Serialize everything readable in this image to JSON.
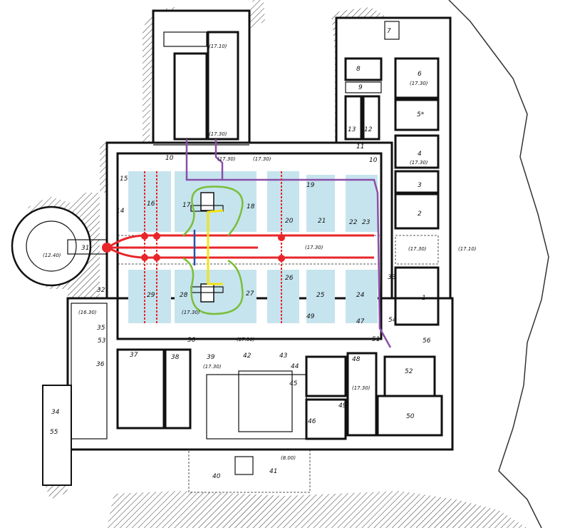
{
  "plan": {
    "colors": {
      "room_fill": "#c6e4ee",
      "red_route": "#e8262a",
      "green_route": "#7bbd3a",
      "yellow_route": "#f2e415",
      "blue_route": "#2c4fa8",
      "purple_route": "#8a4fa8"
    },
    "rooms": [
      "1",
      "2",
      "3",
      "4",
      "5*",
      "6",
      "7",
      "8",
      "9",
      "10",
      "10",
      "11",
      "12",
      "13",
      "14",
      "15",
      "16",
      "17",
      "18",
      "19",
      "20",
      "21",
      "22",
      "23",
      "24",
      "25",
      "26",
      "27",
      "28",
      "29",
      "31",
      "32",
      "33",
      "34",
      "35",
      "36",
      "37",
      "38",
      "39",
      "40",
      "41",
      "42",
      "43",
      "44",
      "45",
      "46",
      "47",
      "48",
      "49",
      "49",
      "50",
      "51",
      "52",
      "53",
      "54",
      "55",
      "56",
      "30"
    ],
    "elevations": [
      "(17.10)",
      "(17.30)",
      "(17.30)",
      "(17.30)",
      "(17.30)",
      "(17.30)",
      "(17.30)",
      "(17.30)",
      "(17.30)",
      "(17.30)",
      "(17.30)",
      "(17.30)",
      "(17.10)",
      "(16.30)",
      "(12.40)",
      "(8.00)"
    ]
  }
}
